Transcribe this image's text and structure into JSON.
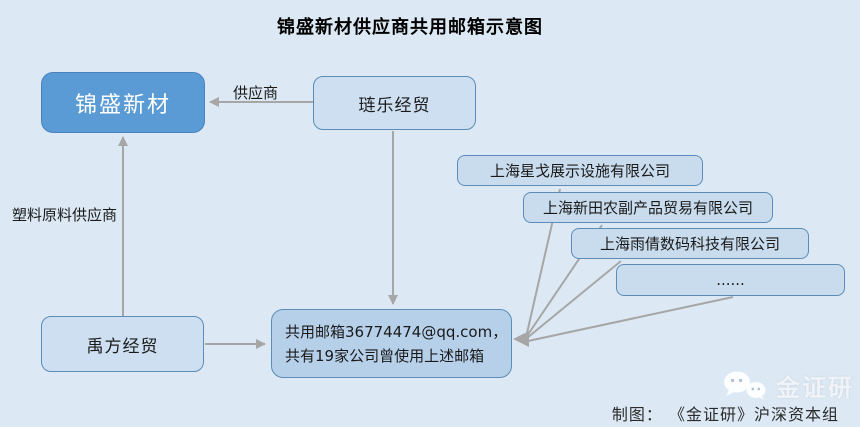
{
  "title": "锦盛新材供应商共用邮箱示意图",
  "nodes": {
    "jinsheng": "锦盛新材",
    "lianle": "琏乐经贸",
    "yufang": "禹方经贸",
    "email_line1": "共用邮箱36774474@qq.com，",
    "email_line2": "共有19家公司曾使用上述邮箱"
  },
  "companies": [
    "上海星戈展示设施有限公司",
    "上海新田农副产品贸易有限公司",
    "上海雨倩数码科技有限公司",
    "......"
  ],
  "edge_labels": {
    "supplier": "供应商",
    "plastic_supplier": "塑料原料供应商"
  },
  "footer": {
    "watermark": "金证研",
    "credit": "制图： 《金证研》沪深资本组"
  },
  "colors": {
    "background": "#dce9f4",
    "primary_node_fill": "#5b9bd5",
    "light_node_fill": "#cddff0",
    "email_node_fill": "#b7d0ea",
    "node_border": "#5b8db8",
    "arrow": "#a6a6a6"
  }
}
